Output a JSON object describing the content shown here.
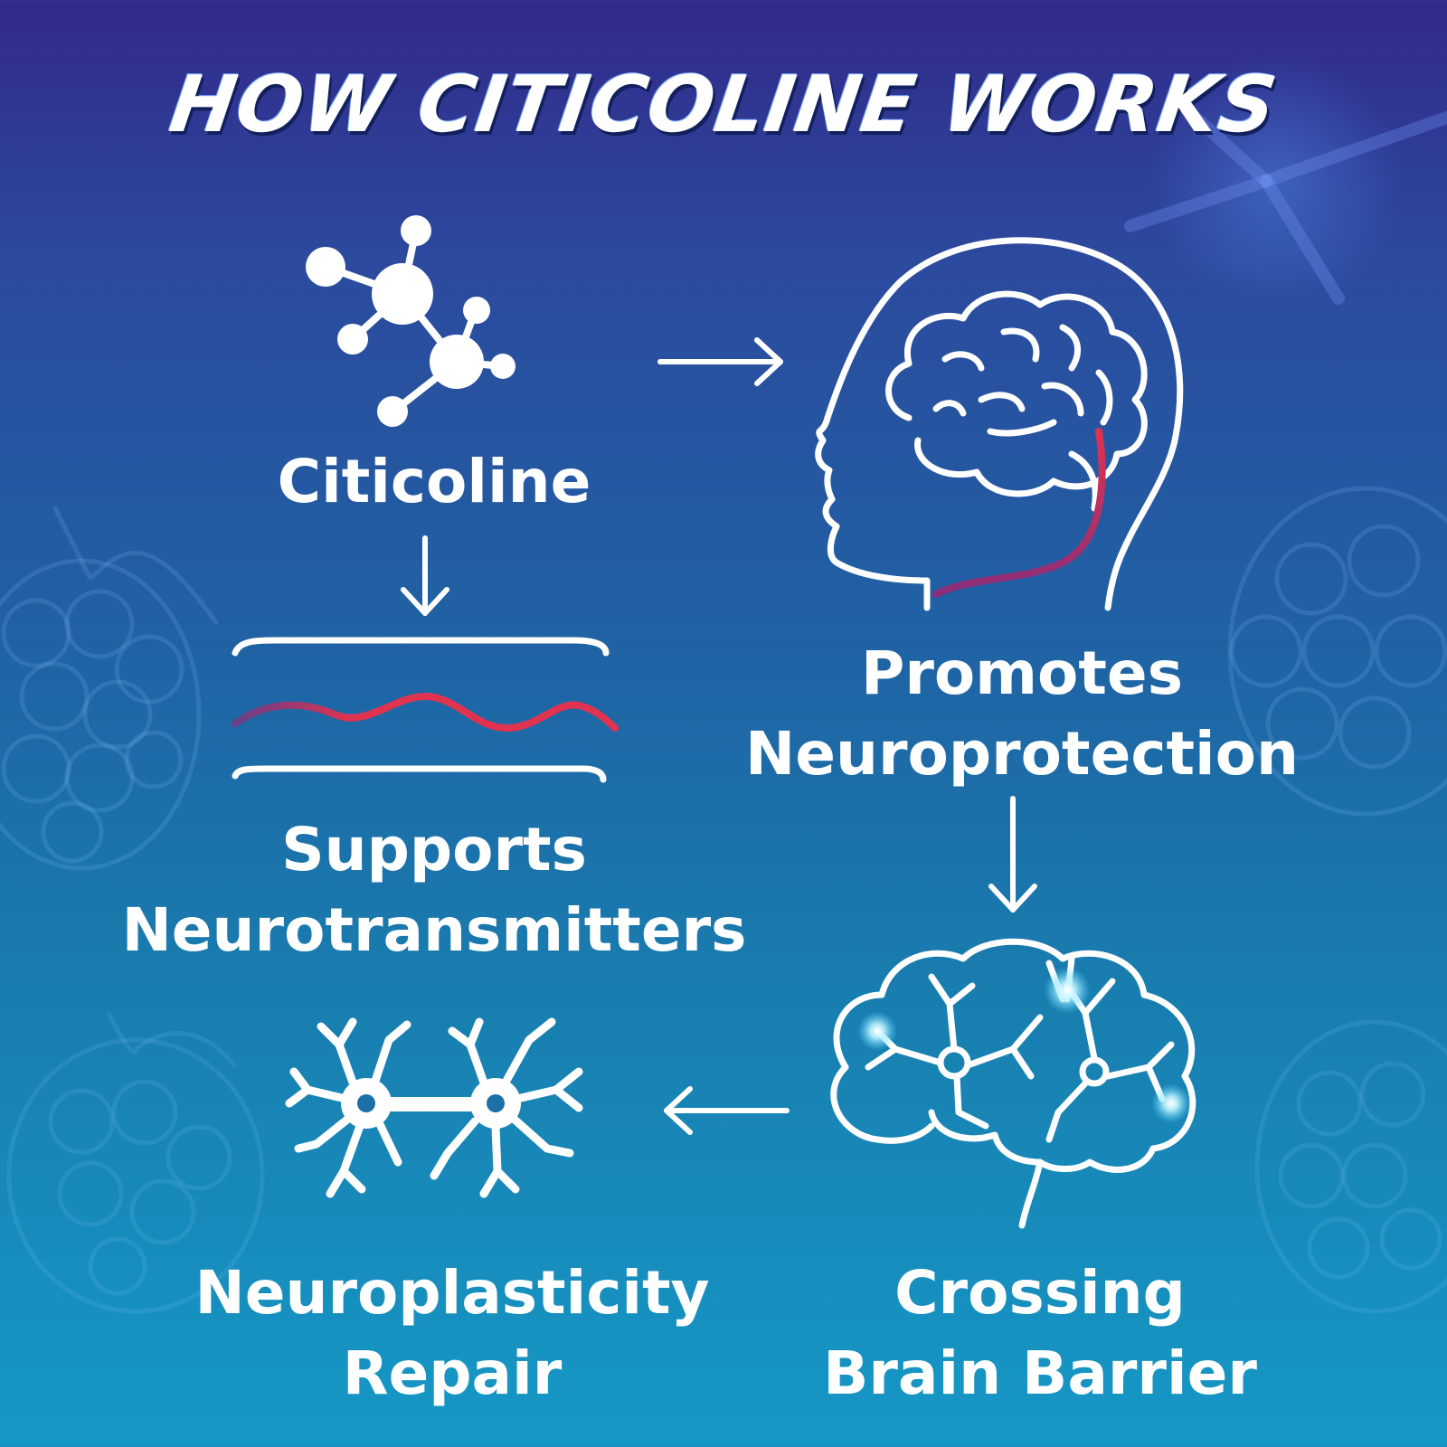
{
  "title": "HOW CITICOLINE WORKS",
  "colors": {
    "accent_red": "#d8304f",
    "icon_stroke": "#ffffff",
    "glow": "#bff3ff"
  },
  "steps": [
    {
      "id": "citicoline",
      "lines": [
        "Citicoline"
      ],
      "icon": "molecule-icon"
    },
    {
      "id": "neuroprotection",
      "lines": [
        "Promotes",
        "Neuroprotection"
      ],
      "icon": "head-brain-icon"
    },
    {
      "id": "neurotransmitters",
      "lines": [
        "Supports",
        "Neurotransmitters"
      ],
      "icon": "synapse-wave-icon"
    },
    {
      "id": "brain-barrier",
      "lines": [
        "Crossing",
        "Brain Barrier"
      ],
      "icon": "glowing-brain-icon"
    },
    {
      "id": "neuroplasticity",
      "lines": [
        "Neuroplasticity",
        "Repair"
      ],
      "icon": "neurons-icon"
    }
  ],
  "arrows": [
    {
      "from": "citicoline",
      "to": "neuroprotection",
      "direction": "right"
    },
    {
      "from": "citicoline",
      "to": "neurotransmitters",
      "direction": "down"
    },
    {
      "from": "neuroprotection",
      "to": "brain-barrier",
      "direction": "down"
    },
    {
      "from": "brain-barrier",
      "to": "neuroplasticity",
      "direction": "left"
    }
  ]
}
